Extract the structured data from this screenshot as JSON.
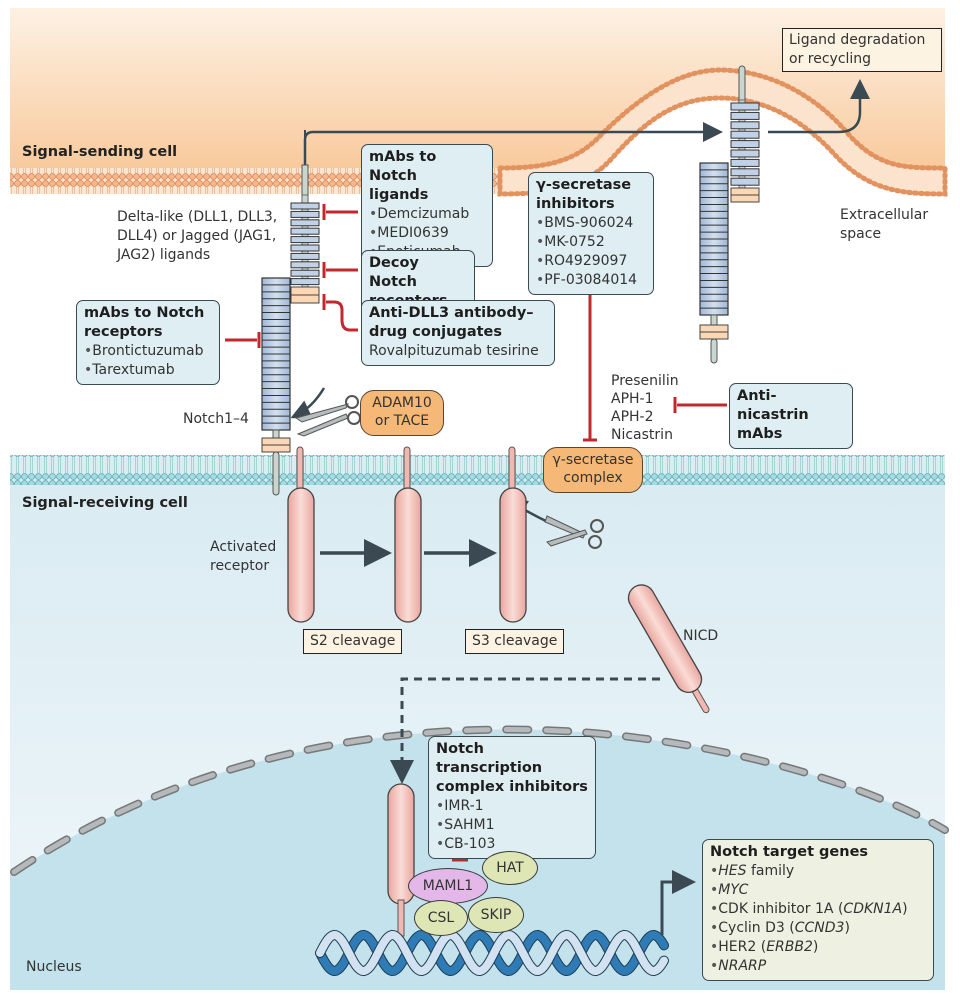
{
  "regions": {
    "sending_cell": "Signal-sending cell",
    "receiving_cell": "Signal-receiving cell",
    "extracellular": "Extracellular\nspace",
    "nucleus": "Nucleus"
  },
  "labels": {
    "ligands": "Delta-like (DLL1, DLL3,\nDLL4) or Jagged (JAG1,\nJAG2) ligands",
    "notch": "Notch1–4",
    "activated_receptor": "Activated\nreceptor",
    "nicd": "NICD",
    "gamma_components": [
      "Presenilin",
      "APH-1",
      "APH-2",
      "Nicastrin"
    ]
  },
  "boxes": {
    "ligand_degradation": "Ligand degradation\nor recycling",
    "s2_cleavage": "S2 cleavage",
    "s3_cleavage": "S3 cleavage"
  },
  "enzymes": {
    "adam10": "ADAM10\nor TACE",
    "gamma_secretase": "γ-secretase\ncomplex"
  },
  "inhibitors": {
    "mabs_ligands": {
      "title": "mAbs to Notch\nligands",
      "items": [
        "Demcizumab",
        "MEDI0639",
        "Enoticumab"
      ]
    },
    "decoy": {
      "title": "Decoy Notch\nreceptors"
    },
    "anti_dll3": {
      "title": "Anti-DLL3 antibody–\ndrug conjugates",
      "subtitle": "Rovalpituzumab tesirine"
    },
    "mabs_receptors": {
      "title": "mAbs to Notch\nreceptors",
      "items": [
        "Brontictuzumab",
        "Tarextumab"
      ]
    },
    "gamma_inhibitors": {
      "title": "γ-secretase\ninhibitors",
      "items": [
        "BMS-906024",
        "MK-0752",
        "RO4929097",
        "PF-03084014"
      ]
    },
    "anti_nicastrin": {
      "title": "Anti-nicastrin\nmAbs"
    },
    "transcription": {
      "title": "Notch transcription\ncomplex inhibitors",
      "items": [
        "IMR-1",
        "SAHM1",
        "CB-103"
      ]
    }
  },
  "complex": {
    "maml1": "MAML1",
    "hat": "HAT",
    "csl": "CSL",
    "skip": "SKIP"
  },
  "targets": {
    "title": "Notch target genes",
    "items": [
      {
        "pre": "",
        "ital": "HES",
        "post": " family"
      },
      {
        "pre": "",
        "ital": "MYC",
        "post": ""
      },
      {
        "pre": "CDK inhibitor 1A (",
        "ital": "CDKN1A",
        "post": ")"
      },
      {
        "pre": "Cyclin D3 (",
        "ital": "CCND3",
        "post": ")"
      },
      {
        "pre": "HER2 (",
        "ital": "ERBB2",
        "post": ")"
      },
      {
        "pre": "",
        "ital": "NRARP",
        "post": ""
      }
    ]
  },
  "colors": {
    "sending_bg": "#f9cfa5",
    "receiving_bg": "#e3f0f5",
    "nucleus_bg": "#c3e2ec",
    "inhibitor_red": "#c0282d",
    "membrane_orange": "#e9a071",
    "membrane_teal": "#7fc3cb",
    "receptor_blue": "#b8cbe3",
    "nicd_pink": "#f2b7b0",
    "dna_blue": "#2e7bb5"
  }
}
